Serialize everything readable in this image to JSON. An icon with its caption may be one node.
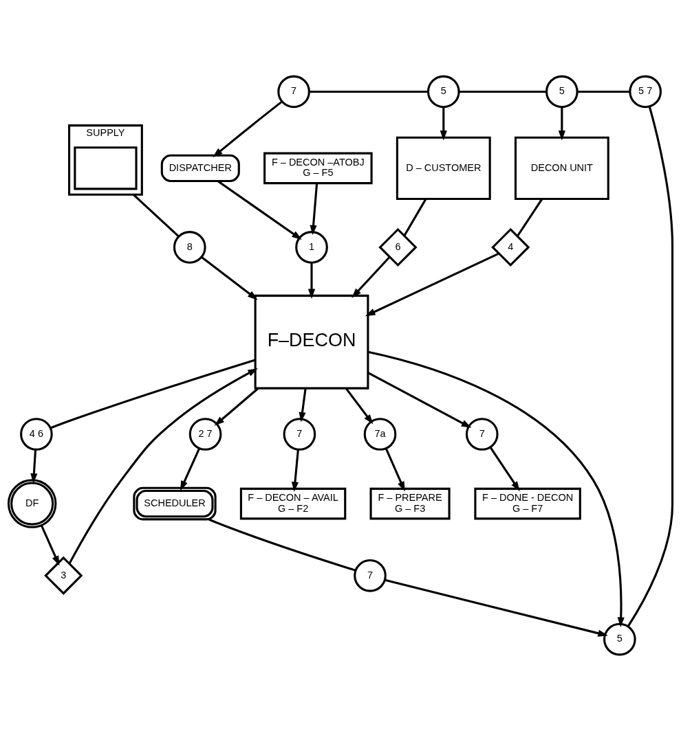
{
  "diagram": {
    "nodes": [
      {
        "text": [
          "7"
        ]
      },
      {
        "text": [
          "5"
        ]
      },
      {
        "text": [
          "5"
        ]
      },
      {
        "text": [
          "5 7"
        ]
      },
      {
        "text": [
          "D – CUSTOMER"
        ]
      },
      {
        "text": [
          "DECON UNIT"
        ]
      },
      {
        "text": [
          "SUPPLY"
        ]
      },
      {
        "text": [],
        "shape": "box",
        "in": 6
      },
      {
        "text": [
          "DISPATCHER"
        ]
      },
      {
        "text": [
          "F – DECON –ATOBJ",
          "G – F5"
        ]
      },
      {
        "text": [
          "6"
        ]
      },
      {
        "text": [
          "4"
        ]
      },
      {
        "text": [
          "8"
        ]
      },
      {
        "text": [
          "1"
        ]
      },
      {
        "text": [
          "F–DECON"
        ]
      },
      {
        "text": [
          "4 6"
        ]
      },
      {
        "text": [
          "DF"
        ]
      },
      {
        "text": [
          "3"
        ]
      },
      {
        "text": [
          "5"
        ]
      },
      {
        "text": [
          "2 7"
        ]
      },
      {
        "text": [
          "7"
        ]
      },
      {
        "text": [
          "SCHEDULER"
        ]
      },
      {
        "text": [
          "7"
        ]
      },
      {
        "text": [
          "7a"
        ]
      },
      {
        "text": [
          "7"
        ]
      },
      {
        "text": [
          "F – DECON – AVAIL",
          "G – F2"
        ]
      },
      {
        "text": [
          "F – PREPARE",
          "G – F3"
        ]
      },
      {
        "text": [
          "F – DONE - DECON",
          "G – F7"
        ]
      }
    ],
    "edges": [
      {
        "from": 0,
        "to": 1,
        "arrow": "none"
      },
      {
        "from": 1,
        "to": 2,
        "arrow": "none"
      },
      {
        "from": 2,
        "to": 3,
        "arrow": "none"
      },
      {
        "from": 0,
        "to": 8,
        "arrow": "to"
      },
      {
        "from": 1,
        "to": 4,
        "arrow": "to"
      },
      {
        "from": 2,
        "to": 5,
        "arrow": "to"
      },
      {
        "from": 4,
        "to": 10,
        "arrow": "none"
      },
      {
        "from": 5,
        "to": 11,
        "arrow": "none"
      },
      {
        "from": 6,
        "to": 12,
        "arrow": "none"
      },
      {
        "from": 8,
        "to": 13,
        "arrow": "to"
      },
      {
        "from": 9,
        "to": 13,
        "arrow": "to"
      },
      {
        "from": 13,
        "to": 14,
        "arrow": "to"
      },
      {
        "from": 10,
        "to": 14,
        "arrow": "to"
      },
      {
        "from": 11,
        "to": 14,
        "arrow": "to"
      },
      {
        "from": 12,
        "to": 14,
        "arrow": "to"
      },
      {
        "from": 14,
        "to": 15,
        "arrow": "none"
      },
      {
        "from": 15,
        "to": 16,
        "arrow": "to"
      },
      {
        "from": 16,
        "to": 17,
        "arrow": "to"
      },
      {
        "from": 17,
        "to": 14,
        "arrow": "to"
      },
      {
        "from": 14,
        "to": 18,
        "arrow": "to"
      },
      {
        "from": 18,
        "to": 3,
        "arrow": "none"
      },
      {
        "from": 14,
        "to": 19,
        "arrow": "to"
      },
      {
        "from": 19,
        "to": 21,
        "arrow": "to"
      },
      {
        "from": 21,
        "to": 20,
        "arrow": "none"
      },
      {
        "from": 20,
        "to": 18,
        "arrow": "to"
      },
      {
        "from": 14,
        "to": 22,
        "arrow": "to"
      },
      {
        "from": 14,
        "to": 23,
        "arrow": "to"
      },
      {
        "from": 14,
        "to": 24,
        "arrow": "to"
      },
      {
        "from": 22,
        "to": 25,
        "arrow": "to"
      },
      {
        "from": 23,
        "to": 26,
        "arrow": "to"
      },
      {
        "from": 24,
        "to": 27,
        "arrow": "to"
      }
    ]
  }
}
